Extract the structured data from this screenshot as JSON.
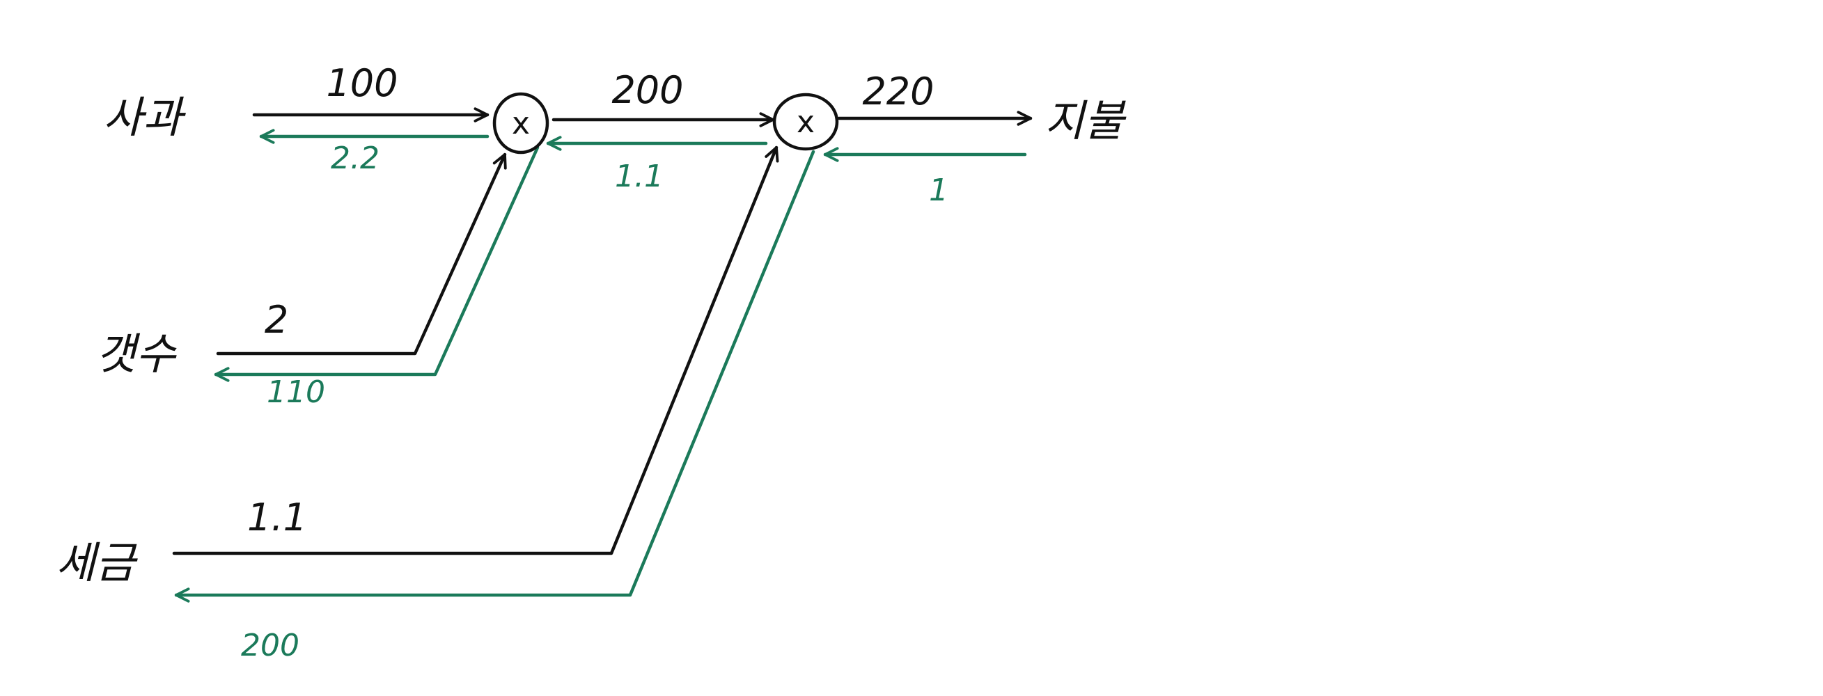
{
  "colors": {
    "forward": "#111111",
    "backward": "#1b7a5a"
  },
  "nodes": {
    "apple": "사과",
    "count": "갯수",
    "tax": "세금",
    "pay": "지불"
  },
  "operators": {
    "mul1": "x",
    "mul2": "x"
  },
  "forward": {
    "apple_value": "100",
    "count_value": "2",
    "mul1_out": "200",
    "tax_value": "1.1",
    "mul2_out": "220"
  },
  "backward": {
    "apple_grad": "2.2",
    "count_grad": "110",
    "mul1_out_grad": "1.1",
    "tax_grad": "200",
    "pay_grad": "1"
  }
}
